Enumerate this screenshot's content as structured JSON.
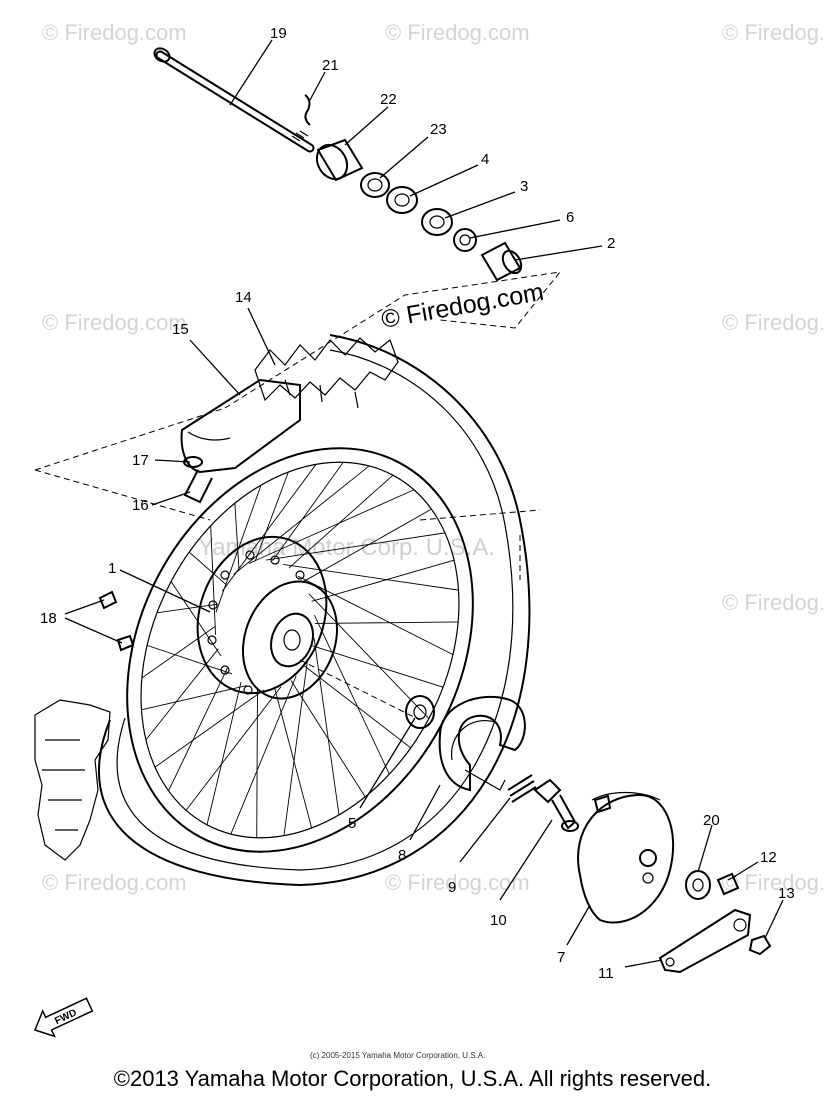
{
  "watermarks": {
    "brand": "© Firedog.com",
    "center": "© Firedog.com",
    "overlay": "Yamaha Motor Corp. U.S.A."
  },
  "callouts": [
    "1",
    "2",
    "3",
    "4",
    "5",
    "6",
    "7",
    "8",
    "9",
    "10",
    "11",
    "12",
    "13",
    "14",
    "15",
    "16",
    "17",
    "18",
    "19",
    "20",
    "21",
    "22",
    "23"
  ],
  "fwd_label": "FWD",
  "small_copyright": "(c) 2005-2015 Yamaha Motor Corporation, U.S.A.",
  "footer_copyright": "©2013 Yamaha Motor Corporation, U.S.A. All rights reserved."
}
